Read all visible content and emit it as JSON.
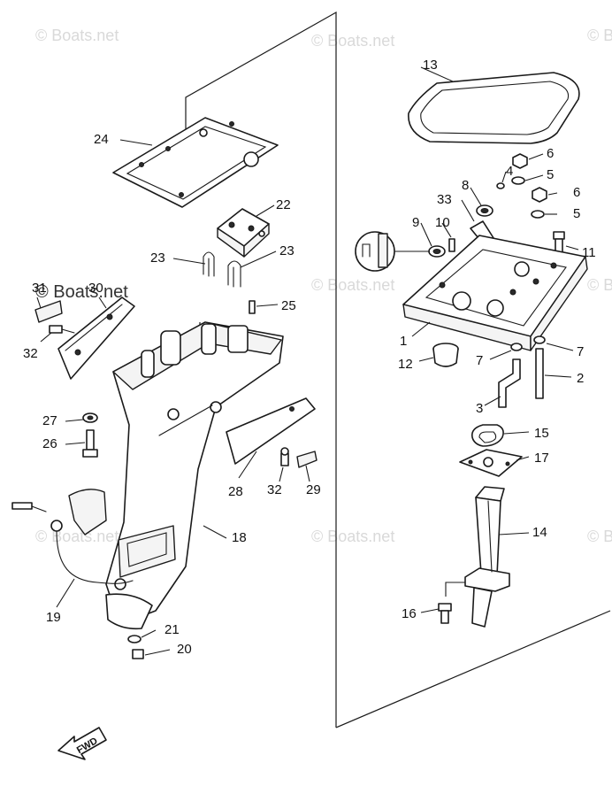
{
  "watermark": {
    "text": "© Boats.net",
    "colour": "#d9d9d9"
  },
  "fwd_label": "FWD",
  "callouts": {
    "c1": "1",
    "c2": "2",
    "c3": "3",
    "c4": "4",
    "c5a": "5",
    "c5b": "5",
    "c6a": "6",
    "c6b": "6",
    "c7a": "7",
    "c7b": "7",
    "c8": "8",
    "c9": "9",
    "c10": "10",
    "c11": "11",
    "c12": "12",
    "c13": "13",
    "c14": "14",
    "c15": "15",
    "c16": "16",
    "c17": "17",
    "c18": "18",
    "c19": "19",
    "c20": "20",
    "c21": "21",
    "c22": "22",
    "c23a": "23",
    "c23b": "23",
    "c24": "24",
    "c25": "25",
    "c26": "26",
    "c27": "27",
    "c28": "28",
    "c29": "29",
    "c30": "30",
    "c31": "31",
    "c32a": "32",
    "c32b": "32",
    "c33": "33"
  }
}
